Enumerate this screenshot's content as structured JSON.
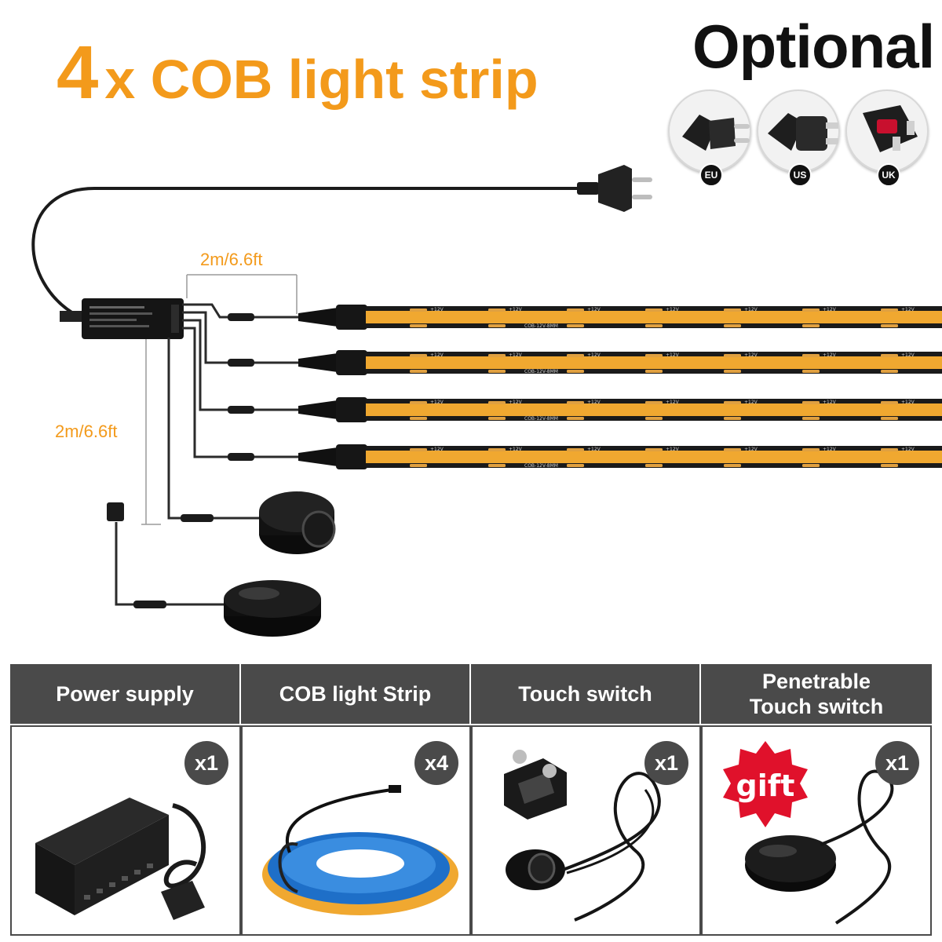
{
  "headline": {
    "count": "4",
    "text": "x COB light strip"
  },
  "optional": {
    "title": "Optional",
    "plugs": [
      "EU",
      "US",
      "UK"
    ]
  },
  "dimensions": {
    "strip_cable": "2m/6.6ft",
    "switch_cable": "2m/6.6ft"
  },
  "strip_print": {
    "voltage_mark": "+12V",
    "model": "COB-12V-8MM"
  },
  "table": {
    "columns": [
      {
        "header": "Power supply",
        "qty": "x1"
      },
      {
        "header": "COB light Strip",
        "qty": "x4"
      },
      {
        "header": "Touch switch",
        "qty": "x1"
      },
      {
        "header": "Penetrable\nTouch switch",
        "qty": "x1",
        "badge": "gift"
      }
    ]
  },
  "colors": {
    "accent": "#f39a1b",
    "header_bg": "#4a4a4a",
    "strip_body": "#f0a830",
    "strip_edge": "#1a1a1a"
  }
}
